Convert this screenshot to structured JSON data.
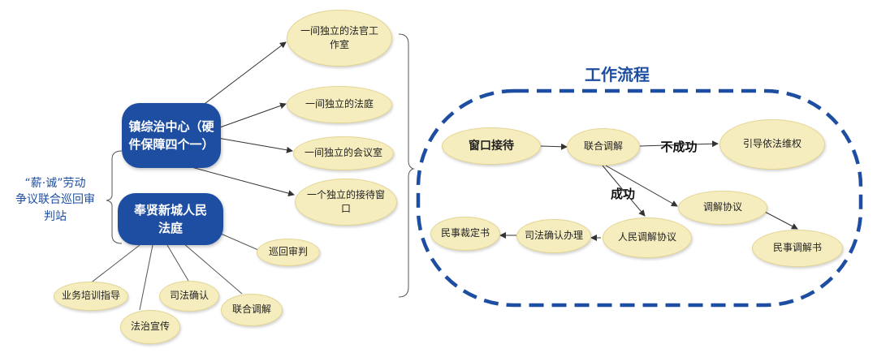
{
  "station": {
    "title": "“薪·诚”劳动\n争议联合巡回审\n判站",
    "hub1": "镇综治中心（硬\n件保障四个一）",
    "hub2": "奉贤新城人民\n法庭",
    "facilities": [
      "一间独立的法官工\n作室",
      "一间独立的法庭",
      "一间独立的会议室",
      "一个独立的接待窗\n口"
    ],
    "functions": [
      "巡回审判",
      "业务培训指导",
      "法治宣传",
      "司法确认",
      "联合调解"
    ]
  },
  "workflow": {
    "title": "工作流程",
    "window": "窗口接待",
    "joint_mediation": "联合调解",
    "fail_label": "不成功",
    "guide_rights": "引导依法维权",
    "success_label": "成功",
    "mediation_agreement": "调解协议",
    "civil_mediation_doc": "民事调解书",
    "people_mediation_agreement": "人民调解协议",
    "judicial_confirmation": "司法确认办理",
    "civil_ruling": "民事裁定书"
  },
  "colors": {
    "node_fill": "#f6edbf",
    "hub_fill": "#1d4ea1",
    "frame": "#1d4ea1",
    "accent_text": "#1d4ea1"
  }
}
